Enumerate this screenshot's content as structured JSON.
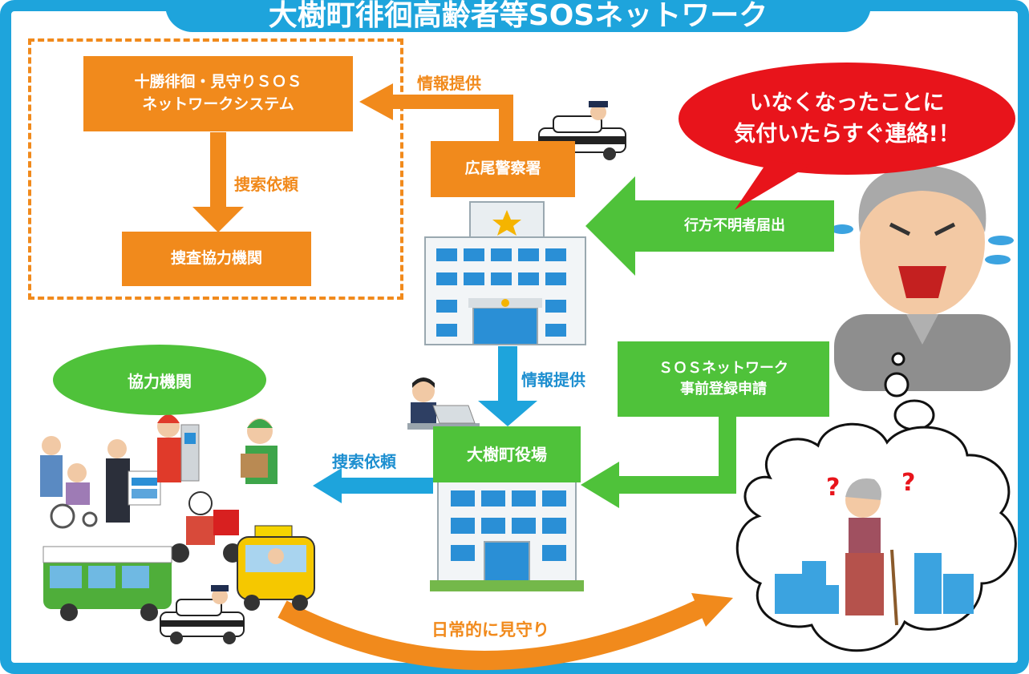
{
  "title": "大樹町徘徊高齢者等SOSネットワーク",
  "nodes": {
    "sos_system": {
      "line1": "十勝徘徊・見守りＳＯＳ",
      "line2": "ネットワークシステム"
    },
    "search_agencies": "捜査協力機関",
    "police": "広尾警察署",
    "town_office": "大樹町役場",
    "missing_report": "行方不明者届出",
    "sos_register": {
      "line1": "ＳＯＳネットワーク",
      "line2": "事前登録申請"
    },
    "cooperating": "協力機関"
  },
  "edge_labels": {
    "info_to_system": "情報提供",
    "search_request_orange": "捜索依頼",
    "info_to_town": "情報提供",
    "search_request_blue": "捜索依頼",
    "daily_watch": "日常的に見守り"
  },
  "speech": {
    "line1": "いなくなったことに",
    "line2": "気付いたらすぐ連絡!！"
  },
  "colors": {
    "frame": "#1ea4dc",
    "orange": "#f18a1c",
    "green": "#4fc23a",
    "blue": "#1e8fd0",
    "red": "#e8141b"
  }
}
